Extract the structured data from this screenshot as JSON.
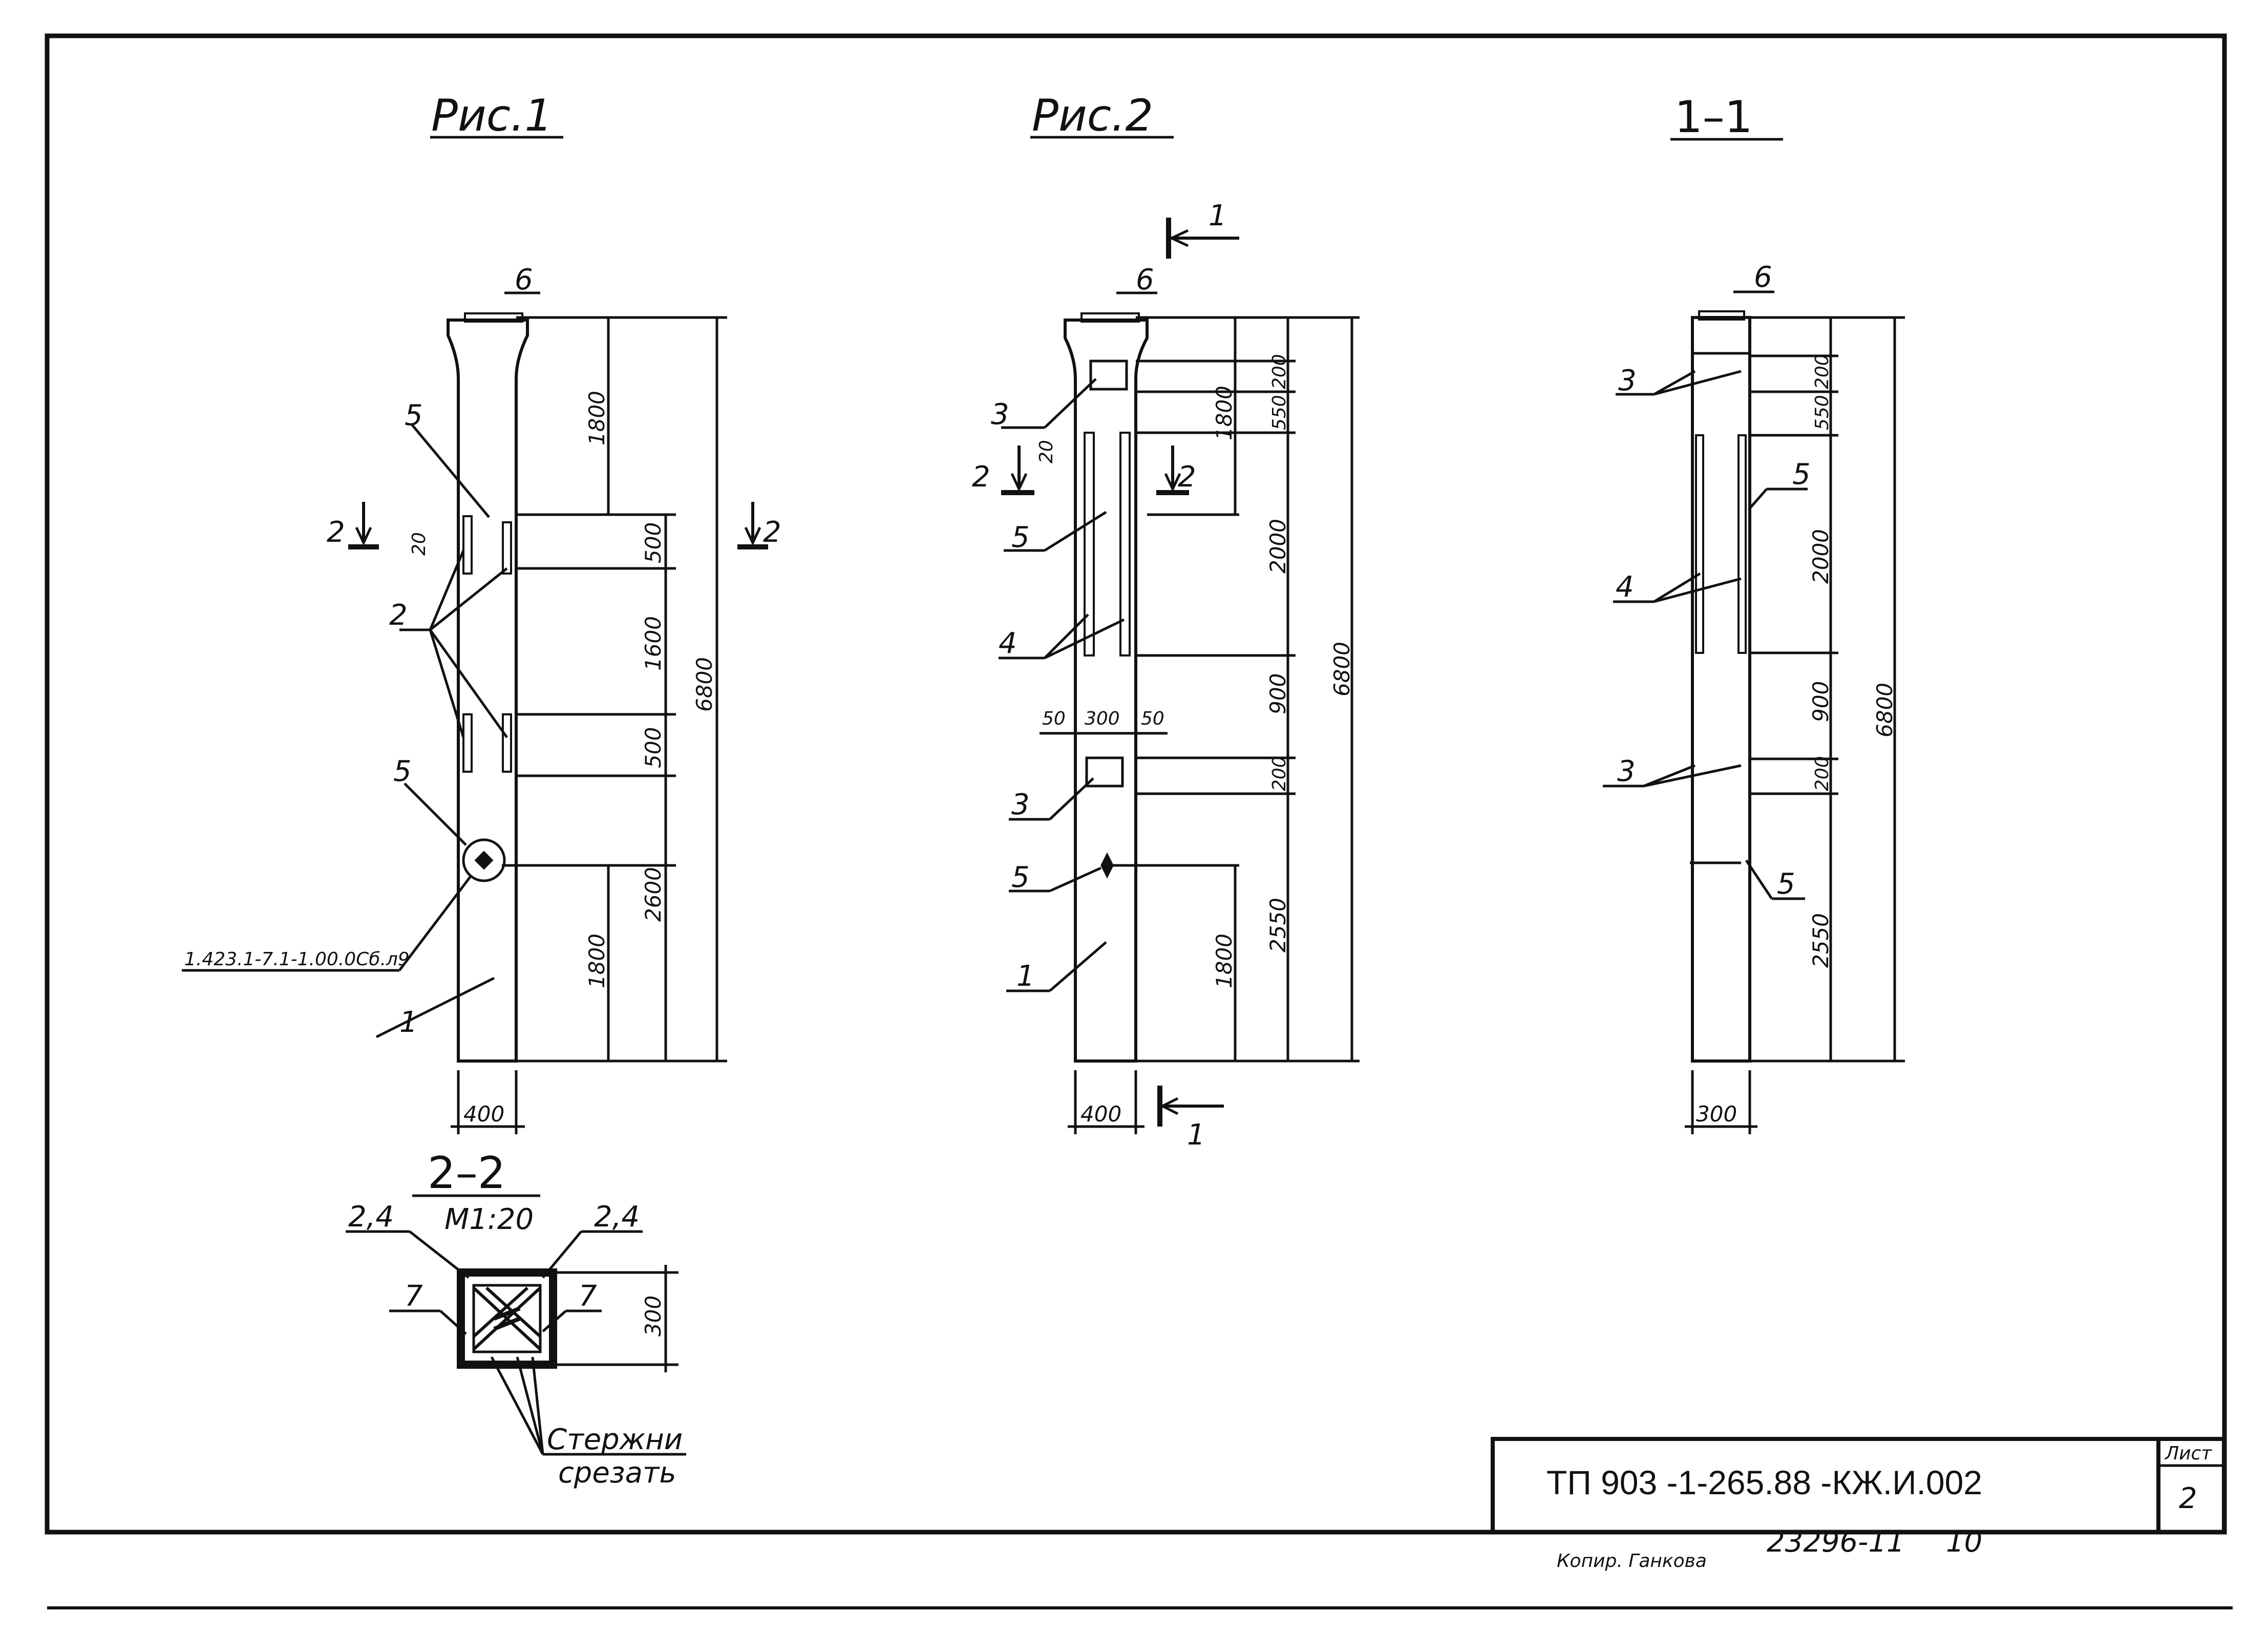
{
  "fig1": {
    "title": "Рис.1",
    "top_mark": "6",
    "dims": [
      "1800",
      "500",
      "1600",
      "500",
      "2600",
      "1800",
      "6800",
      "20",
      "400"
    ],
    "labels": [
      "5",
      "2",
      "5",
      "1"
    ],
    "section_mark": "2",
    "reference": "1.423.1-7.1-1.00.0Сб.л9"
  },
  "fig2": {
    "title": "Рис.2",
    "top_mark": "6",
    "cut_mark": "1",
    "dims": [
      "1800",
      "200",
      "550",
      "2000",
      "900",
      "200",
      "2550",
      "1800",
      "6800",
      "20",
      "50",
      "300",
      "50",
      "400"
    ],
    "labels": [
      "3",
      "5",
      "4",
      "3",
      "5",
      "1"
    ],
    "section_mark": "2"
  },
  "fig3": {
    "title": "1–1",
    "top_mark": "6",
    "dims": [
      "200",
      "550",
      "2000",
      "900",
      "200",
      "2550",
      "6800",
      "300"
    ],
    "labels": [
      "3",
      "5",
      "4",
      "3",
      "5"
    ]
  },
  "section": {
    "title": "2–2",
    "scale": "М1:20",
    "left_label": "2,4",
    "right_label": "2,4",
    "mark7_left": "7",
    "mark7_right": "7",
    "dim": "300",
    "note_line1": "Стержни",
    "note_line2": "срезать"
  },
  "stamp": {
    "code": "ТП 903 -1-265.88   -КЖ.И.002",
    "sheet_label": "Лист",
    "sheet_number": "2"
  },
  "copy_note": {
    "prefix": "Копир. Ганкова",
    "number": "23296-11",
    "suffix": "10"
  }
}
